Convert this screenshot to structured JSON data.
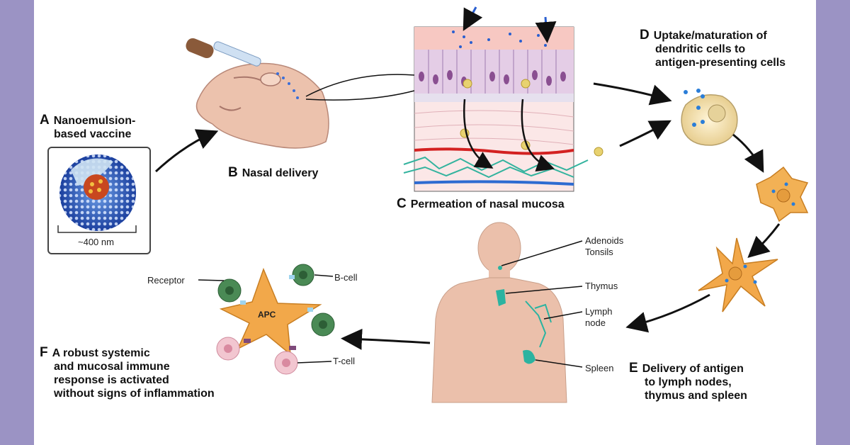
{
  "labels": {
    "a": {
      "letter": "A",
      "line1": "Nanoemulsion-",
      "line2": "based vaccine"
    },
    "scale": "~400 nm",
    "b": {
      "letter": "B",
      "text": "Nasal delivery"
    },
    "c": {
      "letter": "C",
      "text": "Permeation of nasal mucosa"
    },
    "d": {
      "letter": "D",
      "line1": "Uptake/maturation of",
      "line2": "dendritic cells to",
      "line3": "antigen-presenting cells"
    },
    "e": {
      "letter": "E",
      "line1": "Delivery of antigen",
      "line2": "to lymph nodes,",
      "line3": "thymus and spleen"
    },
    "f": {
      "letter": "F",
      "line1": "A robust systemic",
      "line2": "and mucosal immune",
      "line3": "response is activated",
      "line4": "without signs of inflammation"
    }
  },
  "body_labels": {
    "adenoids": "Adenoids",
    "tonsils": "Tonsils",
    "thymus": "Thymus",
    "lymph1": "Lymph",
    "lymph2": "node",
    "spleen": "Spleen"
  },
  "immune_labels": {
    "receptor": "Receptor",
    "bcell": "B-cell",
    "apc": "APC",
    "tcell": "T-cell"
  },
  "colors": {
    "background_side": "#9b93c4",
    "cell_orange": "#f0a53c",
    "lymph_teal": "#2bb3a0",
    "skin": "#e9b9a4",
    "vaccine_blue": "#1b3f9e"
  }
}
